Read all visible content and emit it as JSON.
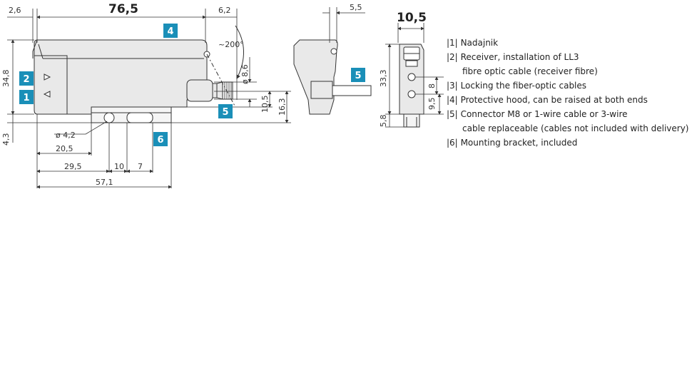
{
  "dimensions": {
    "total_length": "76,5",
    "front_offset": "2,6",
    "hood_rear": "6,2",
    "hood_angle": "~200°",
    "connector_dia": "ø 8,6",
    "height_body": "34,8",
    "bottom_offset": "4,3",
    "hole_dia": "ø 4,2",
    "d_20_5": "20,5",
    "d_29_5": "29,5",
    "d_10": "10",
    "d_7": "7",
    "d_57_1": "57,1",
    "connector_h": "10,5",
    "connector_h2": "16,3",
    "side_top": "5,5",
    "width": "10,5",
    "height_front": "33,3",
    "hole_spacing": "8",
    "hole_low": "9,5",
    "bottom_front": "5,8"
  },
  "badges": {
    "b1": "1",
    "b2": "2",
    "b4": "4",
    "b5a": "5",
    "b5b": "5",
    "b6": "6"
  },
  "legend": [
    {
      "num": "|1|",
      "text": "Nadajnik"
    },
    {
      "num": "|2|",
      "text": "Receiver, installation of LL3",
      "cont": "fibre optic cable (receiver fibre)"
    },
    {
      "num": "|3|",
      "text": "Locking the fiber-optic cables"
    },
    {
      "num": "|4|",
      "text": "Protective hood, can be raised at both ends"
    },
    {
      "num": "|5|",
      "text": "Connector M8 or 1-wire cable or 3-wire",
      "cont": "cable replaceable (cables not included with delivery)"
    },
    {
      "num": "|6|",
      "text": "Mounting bracket, included"
    }
  ],
  "colors": {
    "badge": "#1a8fb8",
    "line": "#333333",
    "body_fill": "#e8e8e8"
  }
}
